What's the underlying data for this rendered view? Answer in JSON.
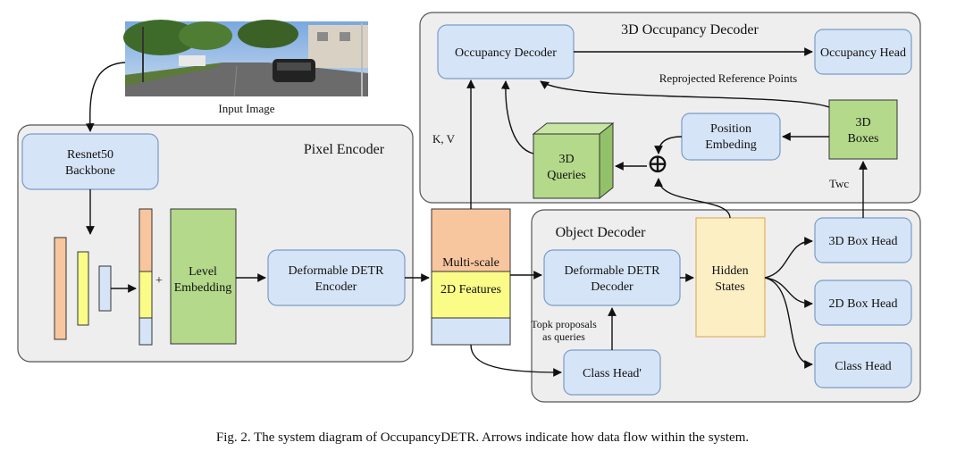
{
  "photo": {
    "label": "Input Image"
  },
  "pixel_encoder": {
    "title": "Pixel Encoder",
    "backbone_line1": "Resnet50",
    "backbone_line2": "Backbone",
    "plus": "+",
    "level_embedding_line1": "Level",
    "level_embedding_line2": "Embedding",
    "encoder_line1": "Deformable DETR",
    "encoder_line2": "Encoder"
  },
  "features": {
    "line1": "Multi-scale",
    "line2": "2D Features"
  },
  "occupancy_decoder_group": {
    "title": "3D Occupancy Decoder",
    "decoder": "Occupancy Decoder",
    "head": "Occupancy Head",
    "reprojected_label": "Reprojected Reference Points",
    "queries_line1": "3D",
    "queries_line2": "Queries",
    "position_line1": "Position",
    "position_line2": "Embeding",
    "boxes_line1": "3D",
    "boxes_line2": "Boxes",
    "kv_label": "K, V",
    "twc_label": "Twc",
    "plus_symbol": "⊕"
  },
  "object_decoder_group": {
    "title": "Object Decoder",
    "decoder_line1": "Deformable DETR",
    "decoder_line2": "Decoder",
    "hidden_line1": "Hidden",
    "hidden_line2": "States",
    "box3d_head": "3D Box Head",
    "box2d_head": "2D Box Head",
    "class_head": "Class Head",
    "class_head_prime": "Class Head'",
    "topk_line1": "Topk proposals",
    "topk_line2": "as queries"
  },
  "caption": "Fig. 2.   The system diagram of OccupancyDETR. Arrows indicate how data flow within the system.",
  "colors": {
    "blue_box": "#d6e4f7",
    "blue_stroke": "#7a9cc6",
    "green_box": "#b4d98a",
    "orange_box": "#f8c69e",
    "yellow_box": "#fbfb88",
    "hidden_box": "#fdefc4",
    "group_fill": "#eeeeee"
  }
}
